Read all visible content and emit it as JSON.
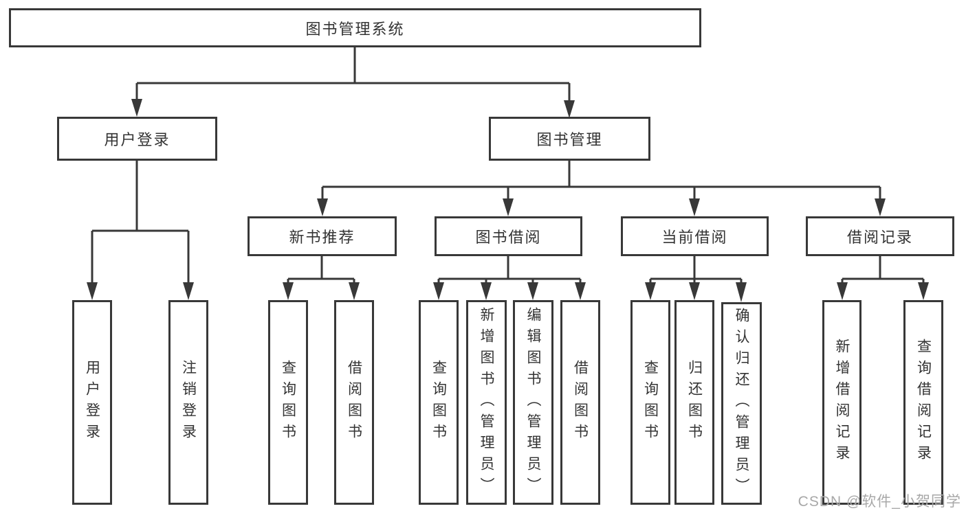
{
  "nodes": {
    "root": "图书管理系统",
    "user_login": "用户登录",
    "book_mgmt": "图书管理",
    "new_book_rec": "新书推荐",
    "book_borrow": "图书借阅",
    "current_borrow": "当前借阅",
    "borrow_records": "借阅记录",
    "ul_user_login": "用户登录",
    "ul_logout": "注销登录",
    "nb_query_book": "查询图书",
    "nb_borrow_book": "借阅图书",
    "bb_query_book": "查询图书",
    "bb_add_book": "新增图书（管理员）",
    "bb_edit_book": "编辑图书（管理员）",
    "bb_borrow_book": "借阅图书",
    "cb_query_book": "查询图书",
    "cb_return_book": "归还图书",
    "cb_confirm_return": "确认归还（管理员）",
    "br_add_record": "新增借阅记录",
    "br_query_record": "查询借阅记录"
  },
  "watermark": "CSDN @软件_小贺同学",
  "colors": {
    "line": "#383838",
    "text": "#333333",
    "watermark": "#a8a8a8",
    "background": "#ffffff"
  }
}
